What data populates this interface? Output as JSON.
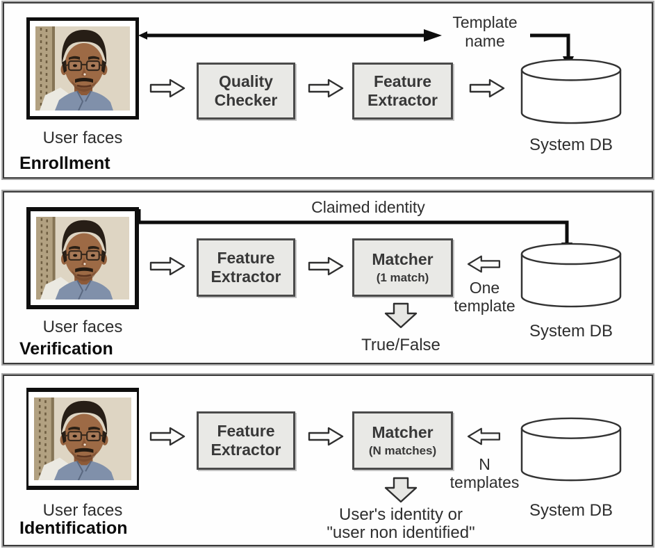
{
  "colors": {
    "panel_border": "#3a3a3a",
    "box_fill": "#e9e9e6",
    "box_border": "#4a4a4a",
    "arrow_ink": "#0d0d0d",
    "text_primary": "#0b0b0b",
    "text_secondary": "#2e2e2e"
  },
  "icons": {
    "flow_arrow_right": "block-arrow-right",
    "flow_arrow_left": "block-arrow-left",
    "flow_arrow_down": "block-arrow-down",
    "database": "cylinder",
    "user_face": "portrait-photo"
  },
  "panels": [
    {
      "label": "Enrollment",
      "face_caption": "User faces",
      "stage_boxes": [
        {
          "line1": "Quality",
          "line2": "Checker"
        },
        {
          "line1": "Feature",
          "line2": "Extractor"
        }
      ],
      "flow_annotation": {
        "line1": "Template",
        "line2": "name"
      },
      "db_label": "System DB"
    },
    {
      "label": "Verification",
      "face_caption": "User faces",
      "stage_boxes": [
        {
          "line1": "Feature",
          "line2": "Extractor"
        }
      ],
      "matcher": {
        "title": "Matcher",
        "subtitle": "(1 match)"
      },
      "flow_annotation": "Claimed identity",
      "db_feed_label": {
        "line1": "One",
        "line2": "template"
      },
      "result_label": "True/False",
      "db_label": "System DB"
    },
    {
      "label": "Identification",
      "face_caption": "User faces",
      "stage_boxes": [
        {
          "line1": "Feature",
          "line2": "Extractor"
        }
      ],
      "matcher": {
        "title": "Matcher",
        "subtitle": "(N matches)"
      },
      "db_feed_label": {
        "line1": "N",
        "line2": "templates"
      },
      "result_line1": "User's identity or",
      "result_line2": "\"user non identified\"",
      "db_label": "System DB"
    }
  ]
}
